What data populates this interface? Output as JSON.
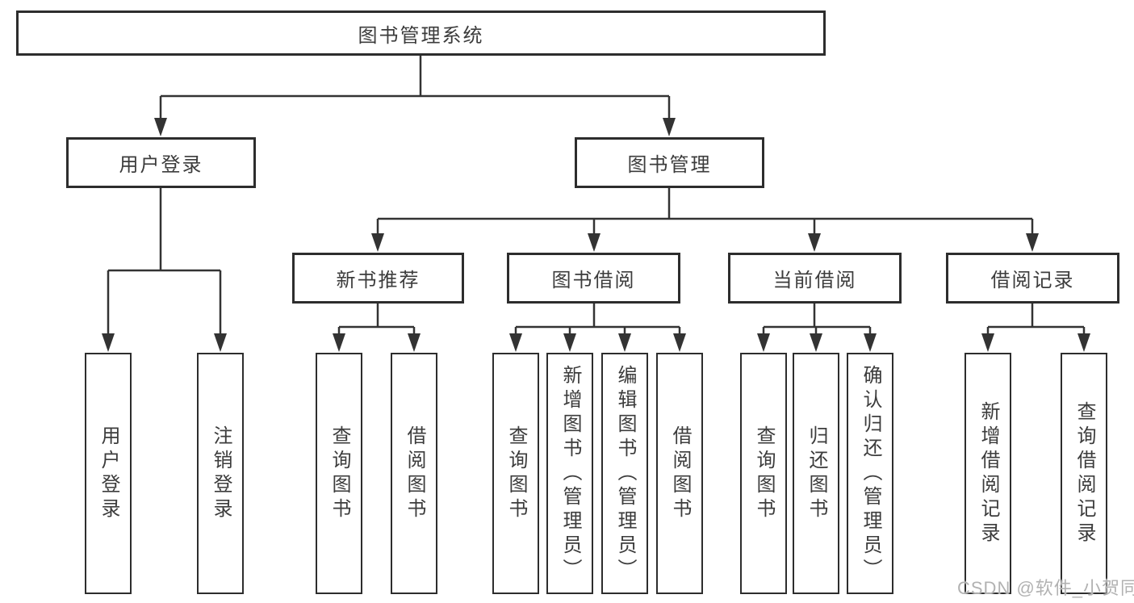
{
  "diagram_title": "图书管理系统",
  "watermark": "CSDN @软件_小贺同学",
  "palette": {
    "line": "#333333",
    "box_border": "#2d2d2d",
    "text": "#3c3c3c",
    "watermark": "#b2b2b2",
    "background": "#ffffff"
  },
  "nodes": {
    "root": {
      "label": "图书管理系统"
    },
    "user_login": {
      "label": "用户登录"
    },
    "book_management": {
      "label": "图书管理"
    },
    "new_book_recommend": {
      "label": "新书推荐"
    },
    "book_borrowing": {
      "label": "图书借阅"
    },
    "current_borrowing": {
      "label": "当前借阅"
    },
    "borrowing_records": {
      "label": "借阅记录"
    },
    "leaves": {
      "user_login_leaf": {
        "label": "用户登录"
      },
      "logout": {
        "label": "注销登录"
      },
      "recommend_query_books": {
        "label": "查询图书"
      },
      "recommend_borrow_books": {
        "label": "借阅图书"
      },
      "borrowing_query_books": {
        "label": "查询图书"
      },
      "add_books_admin": {
        "label": "新增图书（管理员）"
      },
      "edit_books_admin": {
        "label": "编辑图书（管理员）"
      },
      "borrowing_borrow_books": {
        "label": "借阅图书"
      },
      "current_query_books": {
        "label": "查询图书"
      },
      "return_books": {
        "label": "归还图书"
      },
      "confirm_return_admin": {
        "label": "确认归还（管理员）"
      },
      "add_borrow_record": {
        "label": "新增借阅记录"
      },
      "query_borrow_record": {
        "label": "查询借阅记录"
      }
    }
  }
}
